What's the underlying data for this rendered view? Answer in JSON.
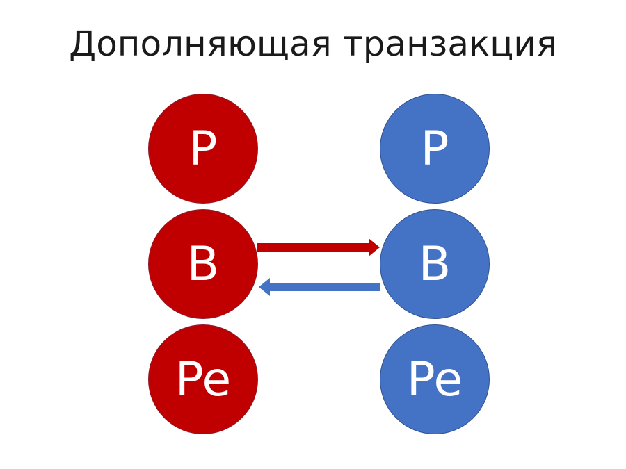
{
  "title": "Дополняющая транзакция",
  "colors": {
    "left": "#c00000",
    "right": "#4472c4"
  },
  "left_column": {
    "nodes": [
      {
        "label": "P"
      },
      {
        "label": "B"
      },
      {
        "label": "Pe"
      }
    ]
  },
  "right_column": {
    "nodes": [
      {
        "label": "P"
      },
      {
        "label": "B"
      },
      {
        "label": "Pe"
      }
    ]
  },
  "arrows": [
    {
      "from": "left.B",
      "to": "right.B",
      "color": "#c00000"
    },
    {
      "from": "right.B",
      "to": "left.B",
      "color": "#4472c4"
    }
  ]
}
